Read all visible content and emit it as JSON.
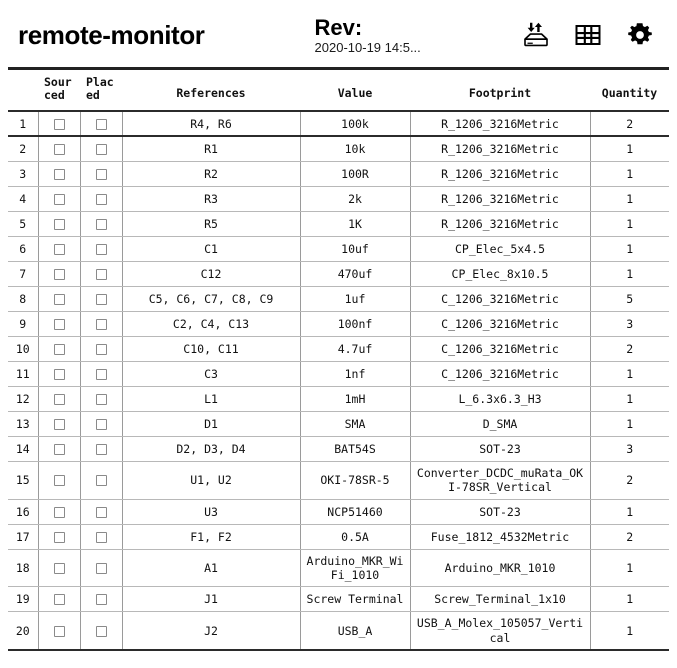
{
  "header": {
    "project_title": "remote-monitor",
    "rev_label": "Rev:",
    "rev_date": "2020-10-19 14:5...",
    "icons": [
      {
        "name": "import-export-icon",
        "title": "Import / Export"
      },
      {
        "name": "grid-view-icon",
        "title": "Grid view"
      },
      {
        "name": "settings-gear-icon",
        "title": "Settings"
      }
    ]
  },
  "table": {
    "columns": [
      {
        "key": "num",
        "label": ""
      },
      {
        "key": "sourced",
        "label": "Sourced"
      },
      {
        "key": "placed",
        "label": "Placed"
      },
      {
        "key": "references",
        "label": "References"
      },
      {
        "key": "value",
        "label": "Value"
      },
      {
        "key": "footprint",
        "label": "Footprint"
      },
      {
        "key": "quantity",
        "label": "Quantity"
      }
    ],
    "rows": [
      {
        "num": "1",
        "sourced": false,
        "placed": false,
        "references": "R4, R6",
        "value": "100k",
        "footprint": "R_1206_3216Metric",
        "quantity": "2"
      },
      {
        "num": "2",
        "sourced": false,
        "placed": false,
        "references": "R1",
        "value": "10k",
        "footprint": "R_1206_3216Metric",
        "quantity": "1"
      },
      {
        "num": "3",
        "sourced": false,
        "placed": false,
        "references": "R2",
        "value": "100R",
        "footprint": "R_1206_3216Metric",
        "quantity": "1"
      },
      {
        "num": "4",
        "sourced": false,
        "placed": false,
        "references": "R3",
        "value": "2k",
        "footprint": "R_1206_3216Metric",
        "quantity": "1"
      },
      {
        "num": "5",
        "sourced": false,
        "placed": false,
        "references": "R5",
        "value": "1K",
        "footprint": "R_1206_3216Metric",
        "quantity": "1"
      },
      {
        "num": "6",
        "sourced": false,
        "placed": false,
        "references": "C1",
        "value": "10uf",
        "footprint": "CP_Elec_5x4.5",
        "quantity": "1"
      },
      {
        "num": "7",
        "sourced": false,
        "placed": false,
        "references": "C12",
        "value": "470uf",
        "footprint": "CP_Elec_8x10.5",
        "quantity": "1"
      },
      {
        "num": "8",
        "sourced": false,
        "placed": false,
        "references": "C5, C6, C7, C8, C9",
        "value": "1uf",
        "footprint": "C_1206_3216Metric",
        "quantity": "5"
      },
      {
        "num": "9",
        "sourced": false,
        "placed": false,
        "references": "C2, C4, C13",
        "value": "100nf",
        "footprint": "C_1206_3216Metric",
        "quantity": "3"
      },
      {
        "num": "10",
        "sourced": false,
        "placed": false,
        "references": "C10, C11",
        "value": "4.7uf",
        "footprint": "C_1206_3216Metric",
        "quantity": "2"
      },
      {
        "num": "11",
        "sourced": false,
        "placed": false,
        "references": "C3",
        "value": "1nf",
        "footprint": "C_1206_3216Metric",
        "quantity": "1"
      },
      {
        "num": "12",
        "sourced": false,
        "placed": false,
        "references": "L1",
        "value": "1mH",
        "footprint": "L_6.3x6.3_H3",
        "quantity": "1"
      },
      {
        "num": "13",
        "sourced": false,
        "placed": false,
        "references": "D1",
        "value": "SMA",
        "footprint": "D_SMA",
        "quantity": "1"
      },
      {
        "num": "14",
        "sourced": false,
        "placed": false,
        "references": "D2, D3, D4",
        "value": "BAT54S",
        "footprint": "SOT-23",
        "quantity": "3"
      },
      {
        "num": "15",
        "sourced": false,
        "placed": false,
        "references": "U1, U2",
        "value": "OKI-78SR-5",
        "footprint": "Converter_DCDC_muRata_OKI-78SR_Vertical",
        "quantity": "2"
      },
      {
        "num": "16",
        "sourced": false,
        "placed": false,
        "references": "U3",
        "value": "NCP51460",
        "footprint": "SOT-23",
        "quantity": "1"
      },
      {
        "num": "17",
        "sourced": false,
        "placed": false,
        "references": "F1, F2",
        "value": "0.5A",
        "footprint": "Fuse_1812_4532Metric",
        "quantity": "2"
      },
      {
        "num": "18",
        "sourced": false,
        "placed": false,
        "references": "A1",
        "value": "Arduino_MKR_WiFi_1010",
        "footprint": "Arduino_MKR_1010",
        "quantity": "1"
      },
      {
        "num": "19",
        "sourced": false,
        "placed": false,
        "references": "J1",
        "value": "Screw Terminal",
        "footprint": "Screw_Terminal_1x10",
        "quantity": "1"
      },
      {
        "num": "20",
        "sourced": false,
        "placed": false,
        "references": "J2",
        "value": "USB_A",
        "footprint": "USB_A_Molex_105057_Vertical",
        "quantity": "1"
      }
    ]
  },
  "colors": {
    "text": "#111111",
    "rule": "#2b2b2b",
    "cell_border": "#9a9a9a",
    "checkbox_border": "#8a8a8a",
    "background": "#ffffff"
  }
}
